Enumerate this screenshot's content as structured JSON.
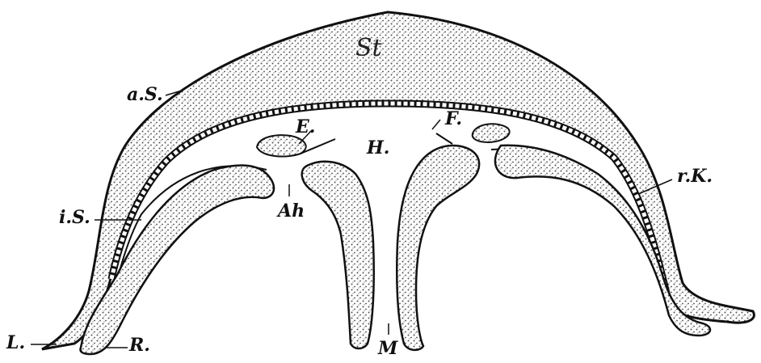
{
  "figure": {
    "kind": "anatomical section drawing (medusa)",
    "ink_color": "#111111",
    "stipple_color": "#6a6a6a",
    "background": "#ffffff",
    "labels": {
      "a_s": "a.S.",
      "st": "St",
      "e": "E.",
      "h": "H.",
      "f": "F.",
      "r_k": "r.K.",
      "i_s": "i.S.",
      "ah": "Ah",
      "l": "L.",
      "r": "R.",
      "m": "M"
    }
  }
}
